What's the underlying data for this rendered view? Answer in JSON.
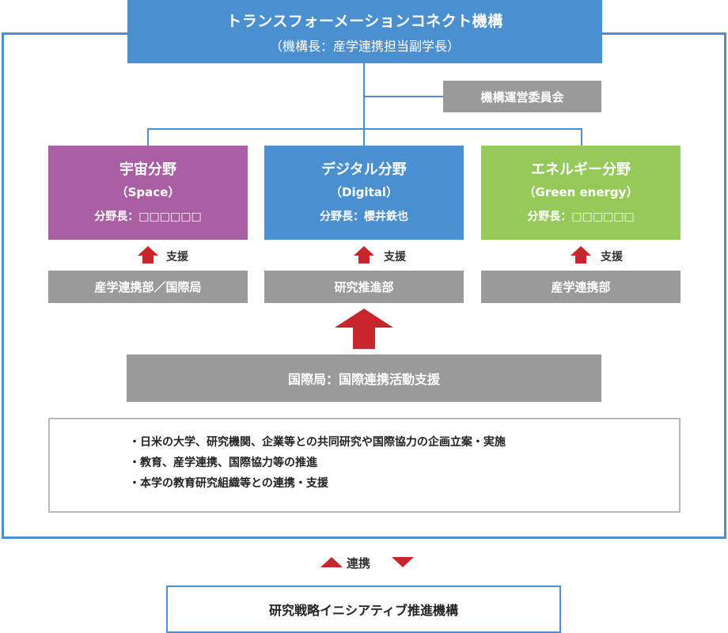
{
  "organization": {
    "title": "トランスフォーメーションコネクト機構",
    "subtitle": "（機構長：産学連携担当副学長）"
  },
  "committee": "機構運営委員会",
  "fields": [
    {
      "title": "宇宙分野",
      "subtitle": "（Space）",
      "leader": "分野長：□□□□□□"
    },
    {
      "title": "デジタル分野",
      "subtitle": "（Digital）",
      "leader": "分野長：櫻井鉄也"
    },
    {
      "title": "エネルギー分野",
      "subtitle": "（Green energy）",
      "leader": "分野長：□□□□□□"
    }
  ],
  "support_label": "支援",
  "departments": [
    "産学連携部／国際局",
    "研究推進部",
    "産学連携部"
  ],
  "international": "国際局：国際連携活動支援",
  "activities": [
    "・日米の大学、研究機関、企業等との共同研究や国際協力の企画立案・実施",
    "・教育、産学連携、国際協力等の推進",
    "・本学の教育研究組織等との連携・支援"
  ],
  "link_label": "連携",
  "partner": "研究戦略イニシアティブ推進機構",
  "colors": {
    "blue": "#4a8fd0",
    "purple": "#a95fa4",
    "green": "#95c95a",
    "gray": "#9a9a9a",
    "red": "#c6262c"
  }
}
